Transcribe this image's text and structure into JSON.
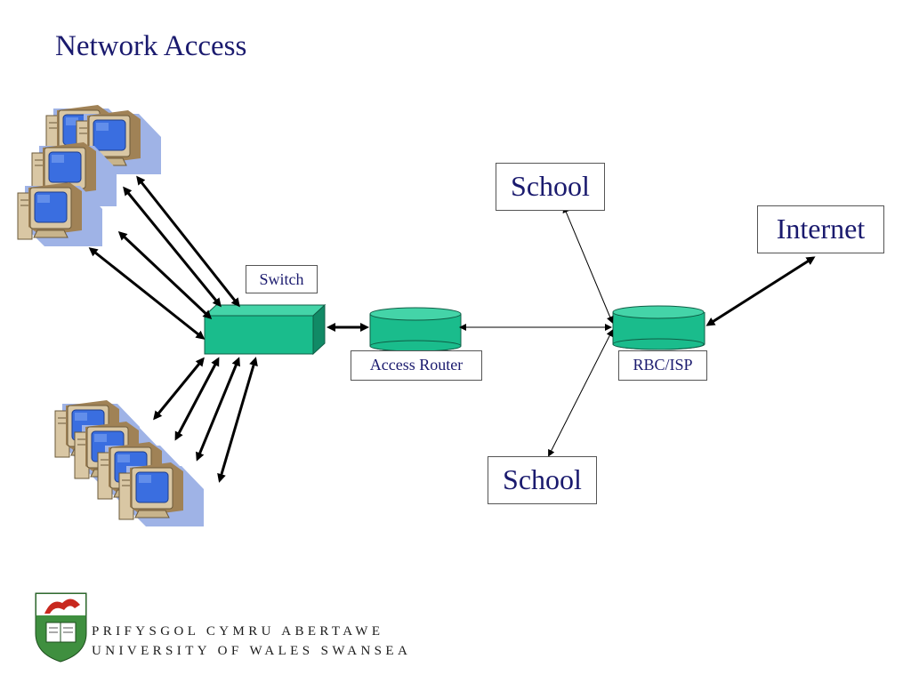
{
  "slide": {
    "title": "Network Access"
  },
  "nodes": {
    "switch": "Switch",
    "access_router": "Access Router",
    "rbc_isp": "RBC/ISP",
    "school_top": "School",
    "school_bottom": "School",
    "internet": "Internet"
  },
  "colors": {
    "title": "#1a1a6e",
    "device_fill": "#1abc8c",
    "device_fill_light": "#44d4a8",
    "screen": "#3a6ee0",
    "shadow": "#9fb3e6",
    "computer_case": "#d9c7a4"
  },
  "icons": [
    "computer-cluster-icon",
    "switch-icon",
    "router-icon",
    "crest-icon"
  ],
  "footer": {
    "line1": "PRIFYSGOL CYMRU ABERTAWE",
    "line2": "UNIVERSITY OF WALES SWANSEA"
  }
}
